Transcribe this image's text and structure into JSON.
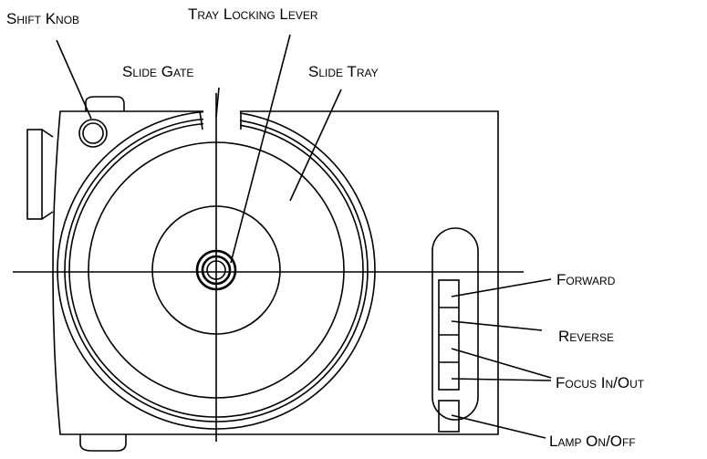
{
  "labels": {
    "shift_knob": "Shift Knob",
    "tray_locking_lever": "Tray Locking Lever",
    "slide_gate": "Slide Gate",
    "slide_tray": "Slide Tray",
    "forward": "Forward",
    "reverse": "Reverse",
    "focus": "Focus In/Out",
    "lamp": "Lamp On/Off"
  },
  "colors": {
    "line": "#000000",
    "background": "#ffffff"
  }
}
